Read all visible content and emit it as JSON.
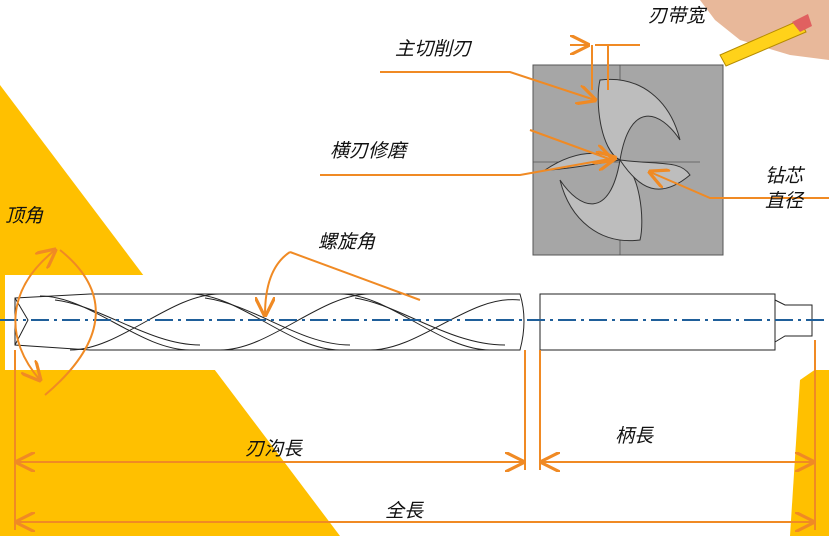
{
  "labels": {
    "margin_width": "刃带宽",
    "main_cutting_edge": "主切削刃",
    "web_thinning": "横刃修磨",
    "web_diameter_line1": "钻芯",
    "web_diameter_line2": "直径",
    "point_angle": "顶角",
    "helix_angle": "螺旋角",
    "flute_length": "刃沟長",
    "shank_length": "柄長",
    "overall_length": "全長"
  },
  "colors": {
    "accent_yellow": "#FFC000",
    "dimension_orange": "#F08A24",
    "centerline_blue": "#1F5F9A",
    "section_gray": "#A6A6A6"
  }
}
